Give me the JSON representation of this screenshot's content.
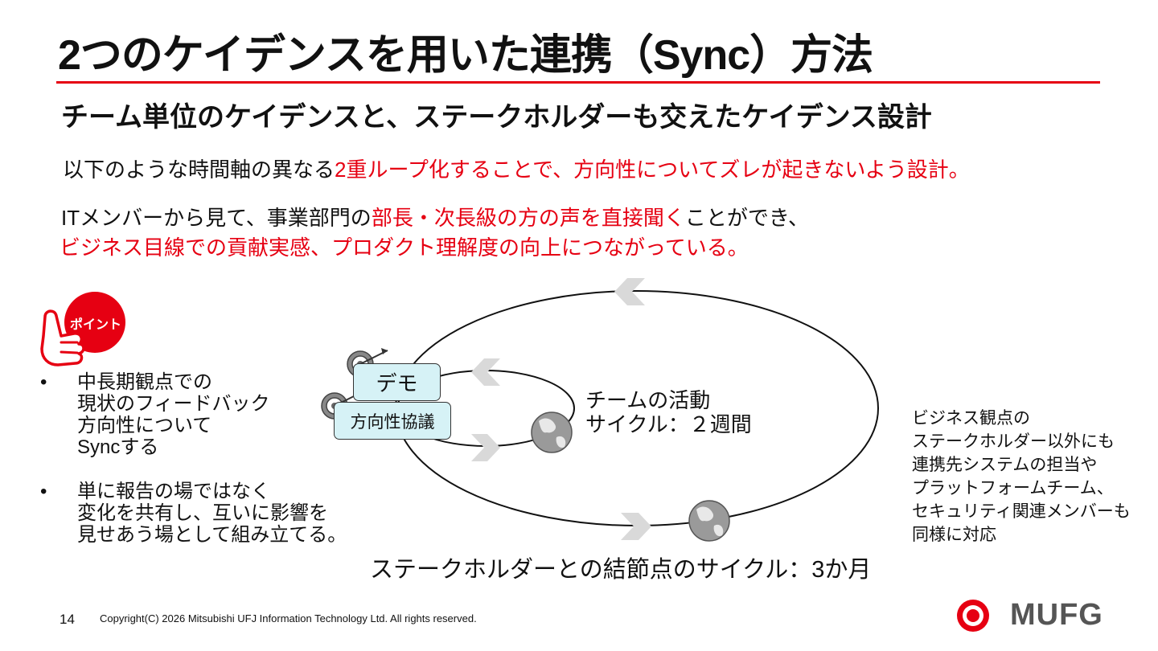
{
  "title": "2つのケイデンスを用いた連携（Sync）方法",
  "subtitle": "チーム単位のケイデンスと、ステークホルダーも交えたケイデンス設計",
  "body": {
    "line1_prefix": "以下のような時間軸の異なる",
    "line1_highlight": "2重ループ化することで、方向性についてズレが起きないよう設計。",
    "line2_prefix": "ITメンバーから見て、事業部門の",
    "line2_highlight": "部長・次長級の方の声を直接聞く",
    "line2_suffix": "ことができ、",
    "line3_highlight": "ビジネス目線での貢献実感、プロダクト理解度の向上につながっている。"
  },
  "point_badge": "ポイント",
  "bullets": [
    {
      "marker": "•",
      "lines": [
        "中長期観点での",
        "現状のフィードバック",
        "方向性について",
        "Syncする"
      ]
    },
    {
      "marker": "•",
      "lines": [
        "単に報告の場ではなく",
        "変化を共有し、互いに影響を",
        "見せあう場として組み立てる。"
      ]
    }
  ],
  "diagram": {
    "card_demo": "デモ",
    "card_direction": "方向性協議",
    "team_cycle_line1": "チームの活動",
    "team_cycle_line2": "サイクル：２週間",
    "stakeholder_cycle": "ステークホルダーとの結節点のサイクル：3か月",
    "icons": [
      "target-icon",
      "globe-icon",
      "chevron-icon"
    ]
  },
  "right_note": [
    "ビジネス観点の",
    "ステークホルダー以外にも",
    "連携先システムの担当や",
    "プラットフォームチーム、",
    "セキュリティ関連メンバーも",
    "同様に対応"
  ],
  "footer": {
    "page_number": "14",
    "copyright": "Copyright(C) 2026 Mitsubishi UFJ Information Technology Ltd.   All rights reserved.",
    "logo_text": "MUFG"
  },
  "colors": {
    "accent": "#e60012",
    "card_fill": "#d6f2f6",
    "chevron": "#d9d9d9"
  }
}
